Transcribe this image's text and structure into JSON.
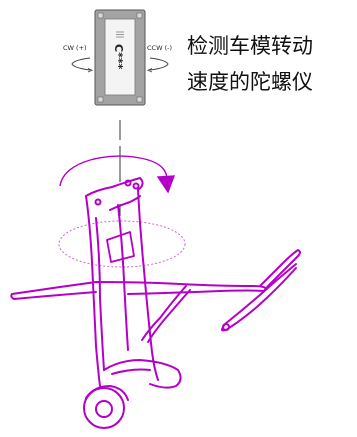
{
  "caption": {
    "line1": "检测车模转动",
    "line2": "速度的陀螺仪"
  },
  "sensor": {
    "label_cw": "CW (+)",
    "label_ccw": "CCW (-)",
    "marking": "C***"
  },
  "colors": {
    "drawing": "#b400c8",
    "axis": "#333333",
    "chip_body": "#9e9e9e",
    "chip_face": "#f2f2f2"
  }
}
